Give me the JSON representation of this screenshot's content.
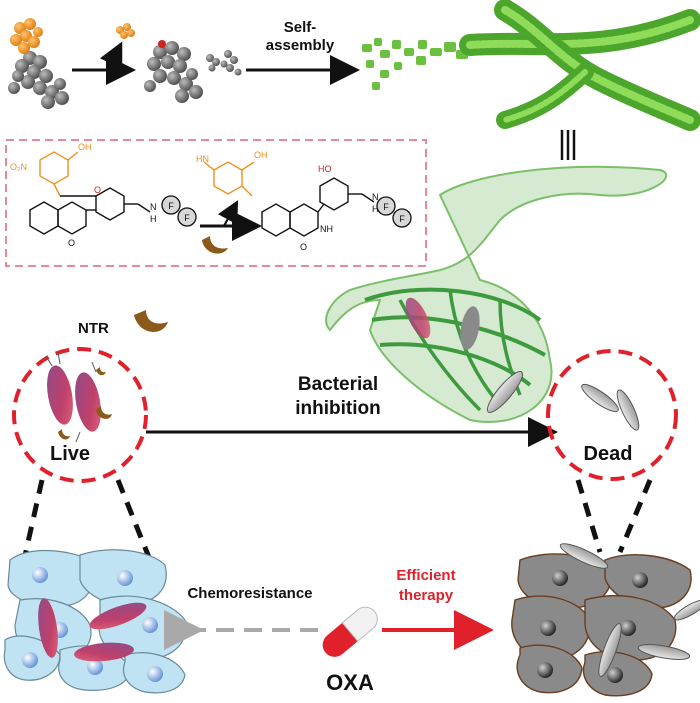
{
  "top": {
    "self_assembly_line1": "Self-",
    "self_assembly_line2": "assembly"
  },
  "chem": {
    "o2n": "O₂N",
    "oh_acid": "OH",
    "o_ether": "O",
    "n_amide": "N",
    "h_amide": "H",
    "f1": "F",
    "f2": "F",
    "hn": "HN",
    "oh_prod": "HO",
    "nh": "NH",
    "o_carbonyl": "O"
  },
  "middle": {
    "ntr_label": "NTR",
    "live_label": "Live",
    "dead_label": "Dead",
    "inhibition_line1": "Bacterial",
    "inhibition_line2": "inhibition"
  },
  "bottom": {
    "chemoresistance_label": "Chemoresistance",
    "efficient_line1": "Efficient",
    "efficient_line2": "therapy",
    "oxa_label": "OXA"
  },
  "colors": {
    "orange": "#f0901e",
    "green": "#5cb338",
    "red_dash": "#e0202a",
    "pink_box": "#e88a95",
    "cell_blue": "#bfe3f2",
    "cell_gray": "#8a8a8a",
    "ntr_brown": "#8b5a1a"
  }
}
